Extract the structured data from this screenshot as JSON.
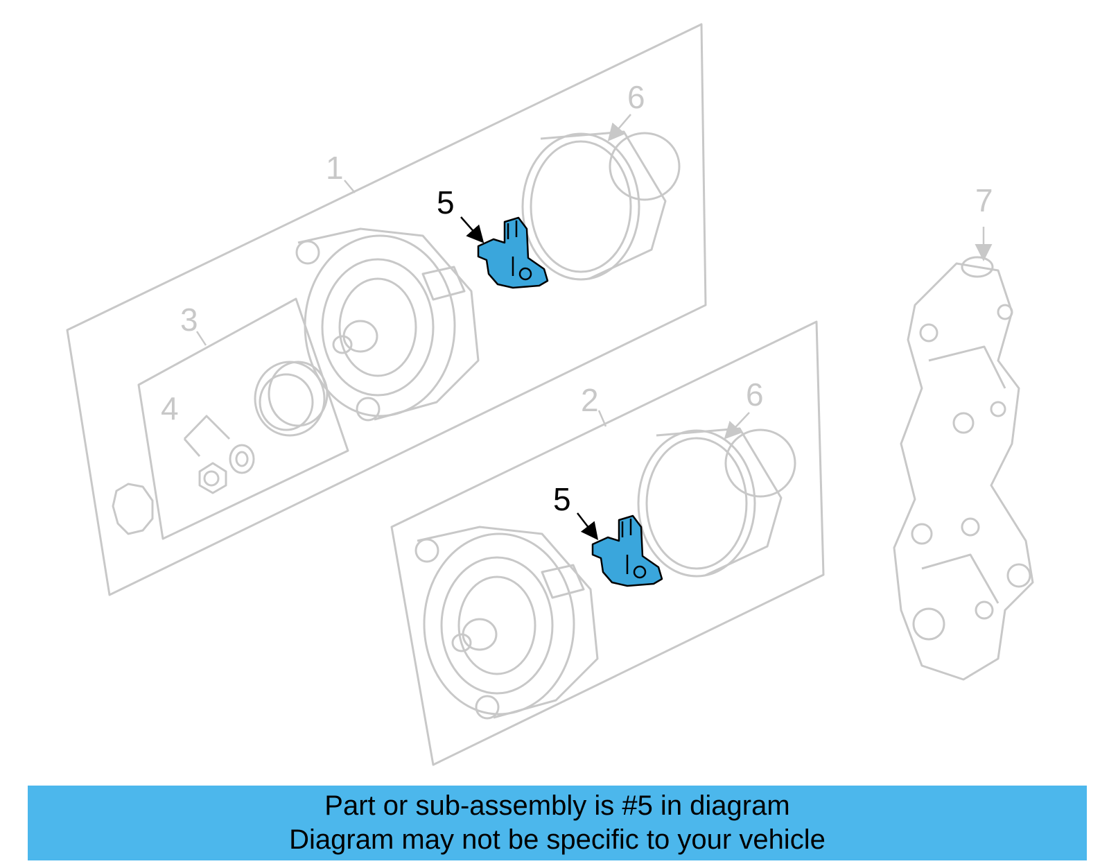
{
  "callouts": {
    "c1": "1",
    "c2": "2",
    "c3": "3",
    "c4": "4",
    "c5a": "5",
    "c5b": "5",
    "c6a": "6",
    "c6b": "6",
    "c7": "7"
  },
  "banner": {
    "line1": "Part or sub-assembly is #5 in diagram",
    "line2": "Diagram may not be specific to your vehicle"
  },
  "colors": {
    "highlight": "#3aa6dc",
    "banner": "#4cb7ec",
    "line": "#c8c8c8"
  }
}
